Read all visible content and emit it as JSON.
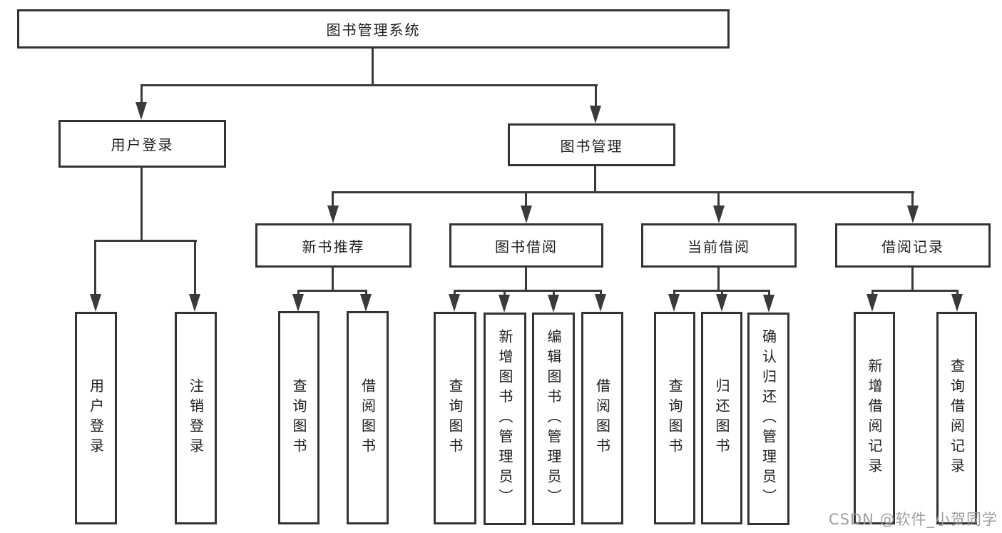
{
  "tree": {
    "root": {
      "label": "图书管理系统"
    },
    "branches": [
      {
        "label": "用户登录",
        "children": [
          {
            "label": "用户登录"
          },
          {
            "label": "注销登录"
          }
        ]
      },
      {
        "label": "图书管理",
        "children": [
          {
            "label": "新书推荐",
            "children": [
              {
                "label": "查询图书"
              },
              {
                "label": "借阅图书"
              }
            ]
          },
          {
            "label": "图书借阅",
            "children": [
              {
                "label": "查询图书"
              },
              {
                "label": "新增图书（管理员）"
              },
              {
                "label": "编辑图书（管理员）"
              },
              {
                "label": "借阅图书"
              }
            ]
          },
          {
            "label": "当前借阅",
            "children": [
              {
                "label": "查询图书"
              },
              {
                "label": "归还图书"
              },
              {
                "label": "确认归还（管理员）"
              }
            ]
          },
          {
            "label": "借阅记录",
            "children": [
              {
                "label": "新增借阅记录"
              },
              {
                "label": "查询借阅记录"
              }
            ]
          }
        ]
      }
    ]
  },
  "watermark": "CSDN @软件_小贺同学",
  "colors": {
    "line": "#3a3a3a",
    "border": "#333333",
    "text": "#1f1f1f",
    "watermark": "#9e9e9e",
    "background": "#ffffff"
  }
}
